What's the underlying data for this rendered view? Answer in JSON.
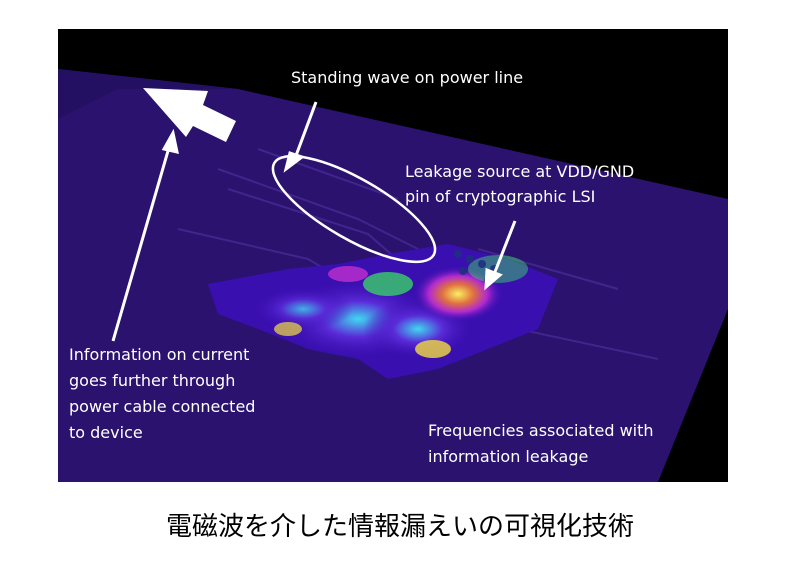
{
  "figure": {
    "labels": {
      "standing_wave": "Standing wave on power line",
      "leakage_source": "Leakage source at VDD/GND\npin  of cryptographic LSI",
      "information_current": "Information on current\ngoes further through\npower cable connected\nto device",
      "frequencies": "Frequencies associated with\ninformation leakage"
    },
    "colors": {
      "board": "#2a126e",
      "heat_low": "#3a0fb0",
      "heat_mid": "#c02fd0",
      "heat_high": "#f2e24a",
      "heat_green": "#3ad06a",
      "annotation": "#ffffff"
    }
  },
  "caption": "電磁波を介した情報漏えいの可視化技術"
}
